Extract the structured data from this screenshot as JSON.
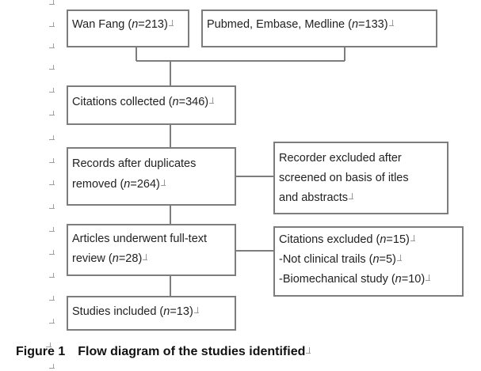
{
  "boxes": {
    "wanfang": {
      "pre": "Wan Fang (",
      "n": "n",
      "post": "=213)"
    },
    "pubmed": {
      "pre": "Pubmed, Embase, Medline (",
      "n": "n",
      "post": "=133)"
    },
    "collected": {
      "pre": "Citations collected (",
      "n": "n",
      "post": "=346)"
    },
    "duplicates": {
      "line1": "Records after duplicates",
      "pre": "removed (",
      "n": "n",
      "post": "=264)"
    },
    "screened_excluded": {
      "line1": "Recorder excluded after",
      "line2": "screened on basis of itles",
      "line3": "and abstracts"
    },
    "fulltext": {
      "line1": "Articles underwent full-text",
      "pre": "review (",
      "n": "n",
      "post": "=28)"
    },
    "citations_excluded": {
      "line1_pre": "Citations excluded (",
      "line1_n": "n",
      "line1_post": "=15)",
      "line2_pre": "-Not clinical trails (",
      "line2_n": "n",
      "line2_post": "=5)",
      "line3_pre": "-Biomechanical study (",
      "line3_n": "n",
      "line3_post": "=10)"
    },
    "included": {
      "pre": "Studies included (",
      "n": "n",
      "post": "=13)"
    }
  },
  "caption": {
    "label": "Figure 1",
    "text": "Flow diagram of the studies identified"
  },
  "colors": {
    "box_border": "#7d7d7d",
    "connector": "#7d7d7d",
    "text": "#222222",
    "formatting_marks": "#9a9a9a"
  },
  "icons": {
    "paragraph_mark": "paragraph-mark-icon"
  }
}
